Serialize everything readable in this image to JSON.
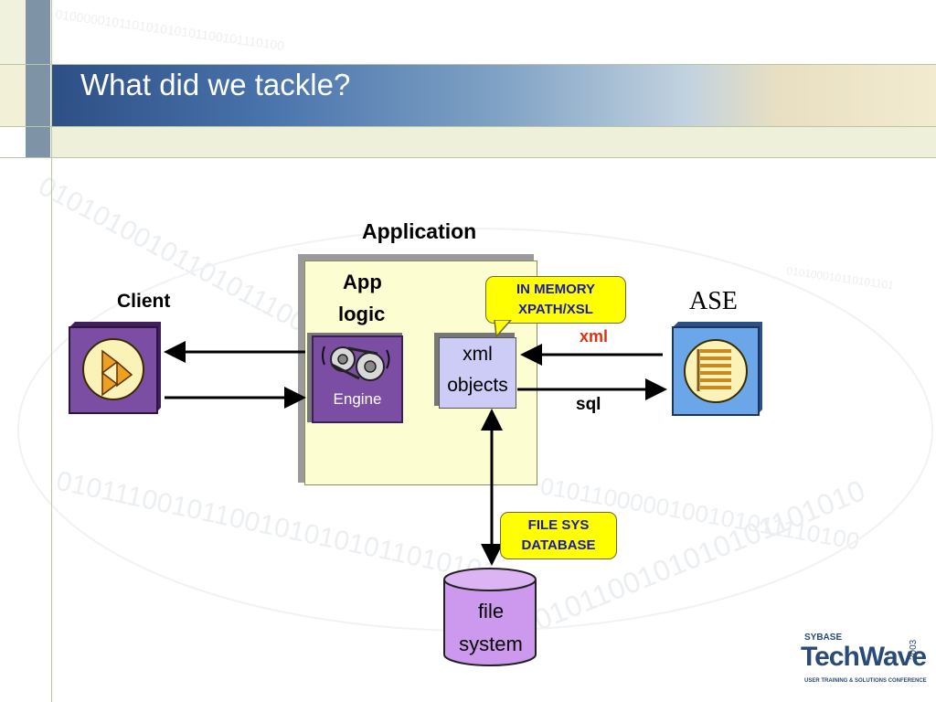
{
  "slide": {
    "title": "What did we tackle?"
  },
  "diagram": {
    "application_label": "Application",
    "app_logic_line1": "App",
    "app_logic_line2": "logic",
    "engine_label": "Engine",
    "xml_objects_line1": "xml",
    "xml_objects_line2": "objects",
    "client_label": "Client",
    "ase_label": "ASE",
    "in_memory_line1": "IN MEMORY",
    "in_memory_line2": "XPATH/XSL",
    "xml_arrow_label": "xml",
    "sql_arrow_label": "sql",
    "file_sys_line1": "FILE SYS",
    "file_sys_line2": "DATABASE",
    "file_system_line1": "file",
    "file_system_line2": "system"
  },
  "logo": {
    "brand": "SYBASE",
    "name": "TechWave",
    "year": "2003",
    "tagline": "USER TRAINING & SOLUTIONS CONFERENCE"
  },
  "colors": {
    "header_start": "#2d4f85",
    "app_box": "#fdfdd2",
    "callout": "#ffff00",
    "callout_text": "#1a1aa8",
    "engine": "#7b4ea3",
    "cylinder": "#cc99ee",
    "xml_box": "#ccccf6",
    "ase_icon": "#6aa6e8",
    "xml_label": "#e03010"
  },
  "icons": {
    "client": "play-forward-icon",
    "engine": "gears-belt-icon",
    "ase": "database-list-icon"
  }
}
